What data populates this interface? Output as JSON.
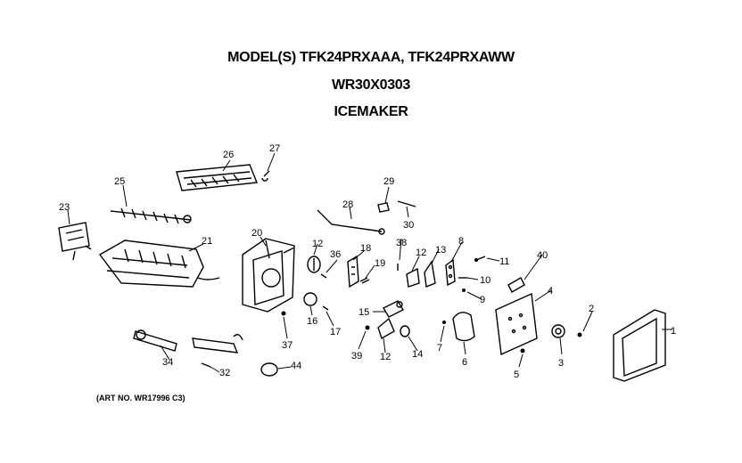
{
  "header": {
    "models": "MODEL(S) TFK24PRXAAA, TFK24PRXAWW",
    "kit_number": "WR30X0303",
    "assembly": "ICEMAKER"
  },
  "art_number": "(ART NO. WR17996 C3)",
  "callouts": [
    {
      "id": "c1",
      "label": "1"
    },
    {
      "id": "c2",
      "label": "2"
    },
    {
      "id": "c3",
      "label": "3"
    },
    {
      "id": "c4",
      "label": "4"
    },
    {
      "id": "c5",
      "label": "5"
    },
    {
      "id": "c6",
      "label": "6"
    },
    {
      "id": "c7",
      "label": "7"
    },
    {
      "id": "c8",
      "label": "8"
    },
    {
      "id": "c9",
      "label": "9"
    },
    {
      "id": "c10",
      "label": "10"
    },
    {
      "id": "c11",
      "label": "11"
    },
    {
      "id": "c12a",
      "label": "12"
    },
    {
      "id": "c12b",
      "label": "12"
    },
    {
      "id": "c12c",
      "label": "12"
    },
    {
      "id": "c13",
      "label": "13"
    },
    {
      "id": "c14",
      "label": "14"
    },
    {
      "id": "c15",
      "label": "15"
    },
    {
      "id": "c16",
      "label": "16"
    },
    {
      "id": "c17",
      "label": "17"
    },
    {
      "id": "c18",
      "label": "18"
    },
    {
      "id": "c19",
      "label": "19"
    },
    {
      "id": "c20",
      "label": "20"
    },
    {
      "id": "c21",
      "label": "21"
    },
    {
      "id": "c23",
      "label": "23"
    },
    {
      "id": "c25",
      "label": "25"
    },
    {
      "id": "c26",
      "label": "26"
    },
    {
      "id": "c27",
      "label": "27"
    },
    {
      "id": "c28",
      "label": "28"
    },
    {
      "id": "c29",
      "label": "29"
    },
    {
      "id": "c30",
      "label": "30"
    },
    {
      "id": "c32",
      "label": "32"
    },
    {
      "id": "c34",
      "label": "34"
    },
    {
      "id": "c36",
      "label": "36"
    },
    {
      "id": "c37",
      "label": "37"
    },
    {
      "id": "c38",
      "label": "38"
    },
    {
      "id": "c39",
      "label": "39"
    },
    {
      "id": "c40",
      "label": "40"
    },
    {
      "id": "c44",
      "label": "44"
    }
  ]
}
